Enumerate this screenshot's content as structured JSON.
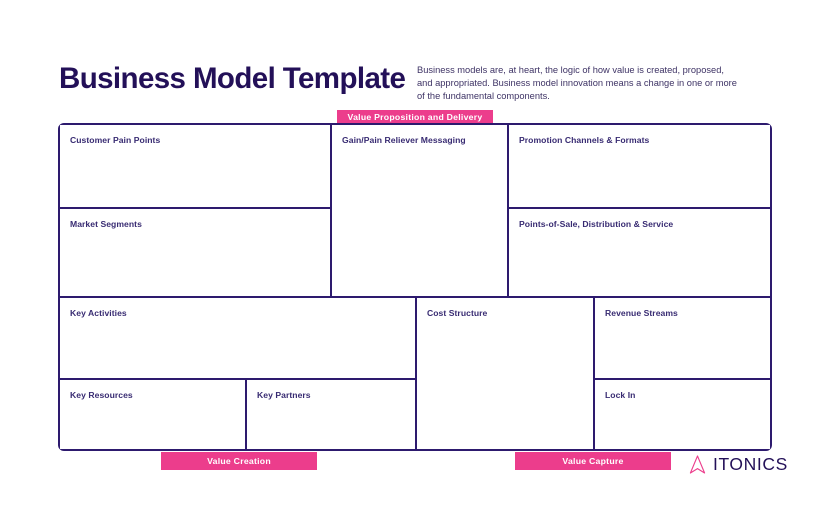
{
  "header": {
    "title": "Business Model Template",
    "intro": "Business models are, at heart, the logic of how value is created, proposed, and appropriated. Business model innovation means a change in one or more of the fundamental components."
  },
  "banners": {
    "top": "Value Proposition and Delivery",
    "value_creation": "Value Creation",
    "value_capture": "Value Capture"
  },
  "cells": {
    "customer_pain_points": "Customer Pain Points",
    "market_segments": "Market Segments",
    "gain_pain_reliever_messaging": "Gain/Pain Reliever Messaging",
    "promotion_channels_formats": "Promotion Channels & Formats",
    "points_of_sale": "Points-of-Sale, Distribution & Service",
    "key_activities": "Key Activities",
    "key_resources": "Key Resources",
    "key_partners": "Key Partners",
    "cost_structure": "Cost Structure",
    "revenue_streams": "Revenue Streams",
    "lock_in": "Lock In"
  },
  "logo": {
    "wordmark": "ITONICS",
    "mark": "itonics-triangle-icon"
  },
  "colors": {
    "brand_navy": "#231058",
    "grid_line": "#2d1a6e",
    "accent_pink": "#ec3d8c",
    "label_text": "#382b72",
    "body_text": "#3e3365",
    "background": "#ffffff"
  }
}
